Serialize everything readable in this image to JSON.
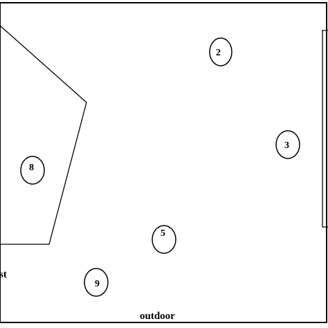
{
  "colors": {
    "background": "#ffffff",
    "stroke": "#000000",
    "text": "#000000"
  },
  "nodes": [
    {
      "id": "2",
      "label": "2"
    },
    {
      "id": "3",
      "label": "3"
    },
    {
      "id": "8",
      "label": "8"
    },
    {
      "id": "5",
      "label": "5"
    },
    {
      "id": "9",
      "label": "9"
    }
  ],
  "labels": {
    "outdoor": "outdoor",
    "partial_left": "st"
  }
}
